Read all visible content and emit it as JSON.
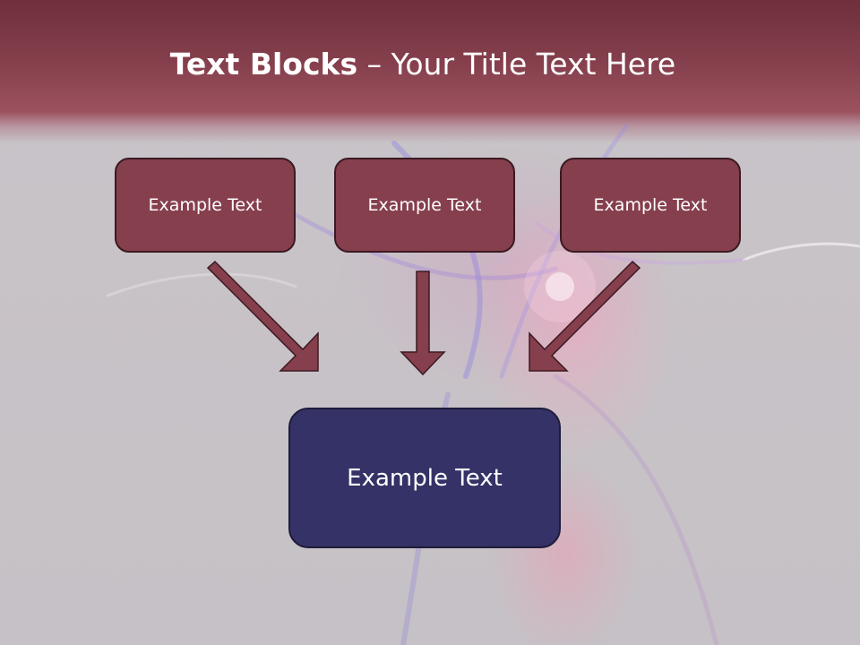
{
  "title": {
    "bold": "Text Blocks",
    "rest": " – Your Title Text Here"
  },
  "top_boxes": [
    {
      "label": "Example Text"
    },
    {
      "label": "Example Text"
    },
    {
      "label": "Example Text"
    }
  ],
  "bottom_box": {
    "label": "Example Text"
  },
  "colors": {
    "title_band": "#86404d",
    "top_box_fill": "#863f4d",
    "arrow_fill": "#863f4d",
    "bottom_box_fill": "#343266",
    "background": "#c8c3c7"
  }
}
